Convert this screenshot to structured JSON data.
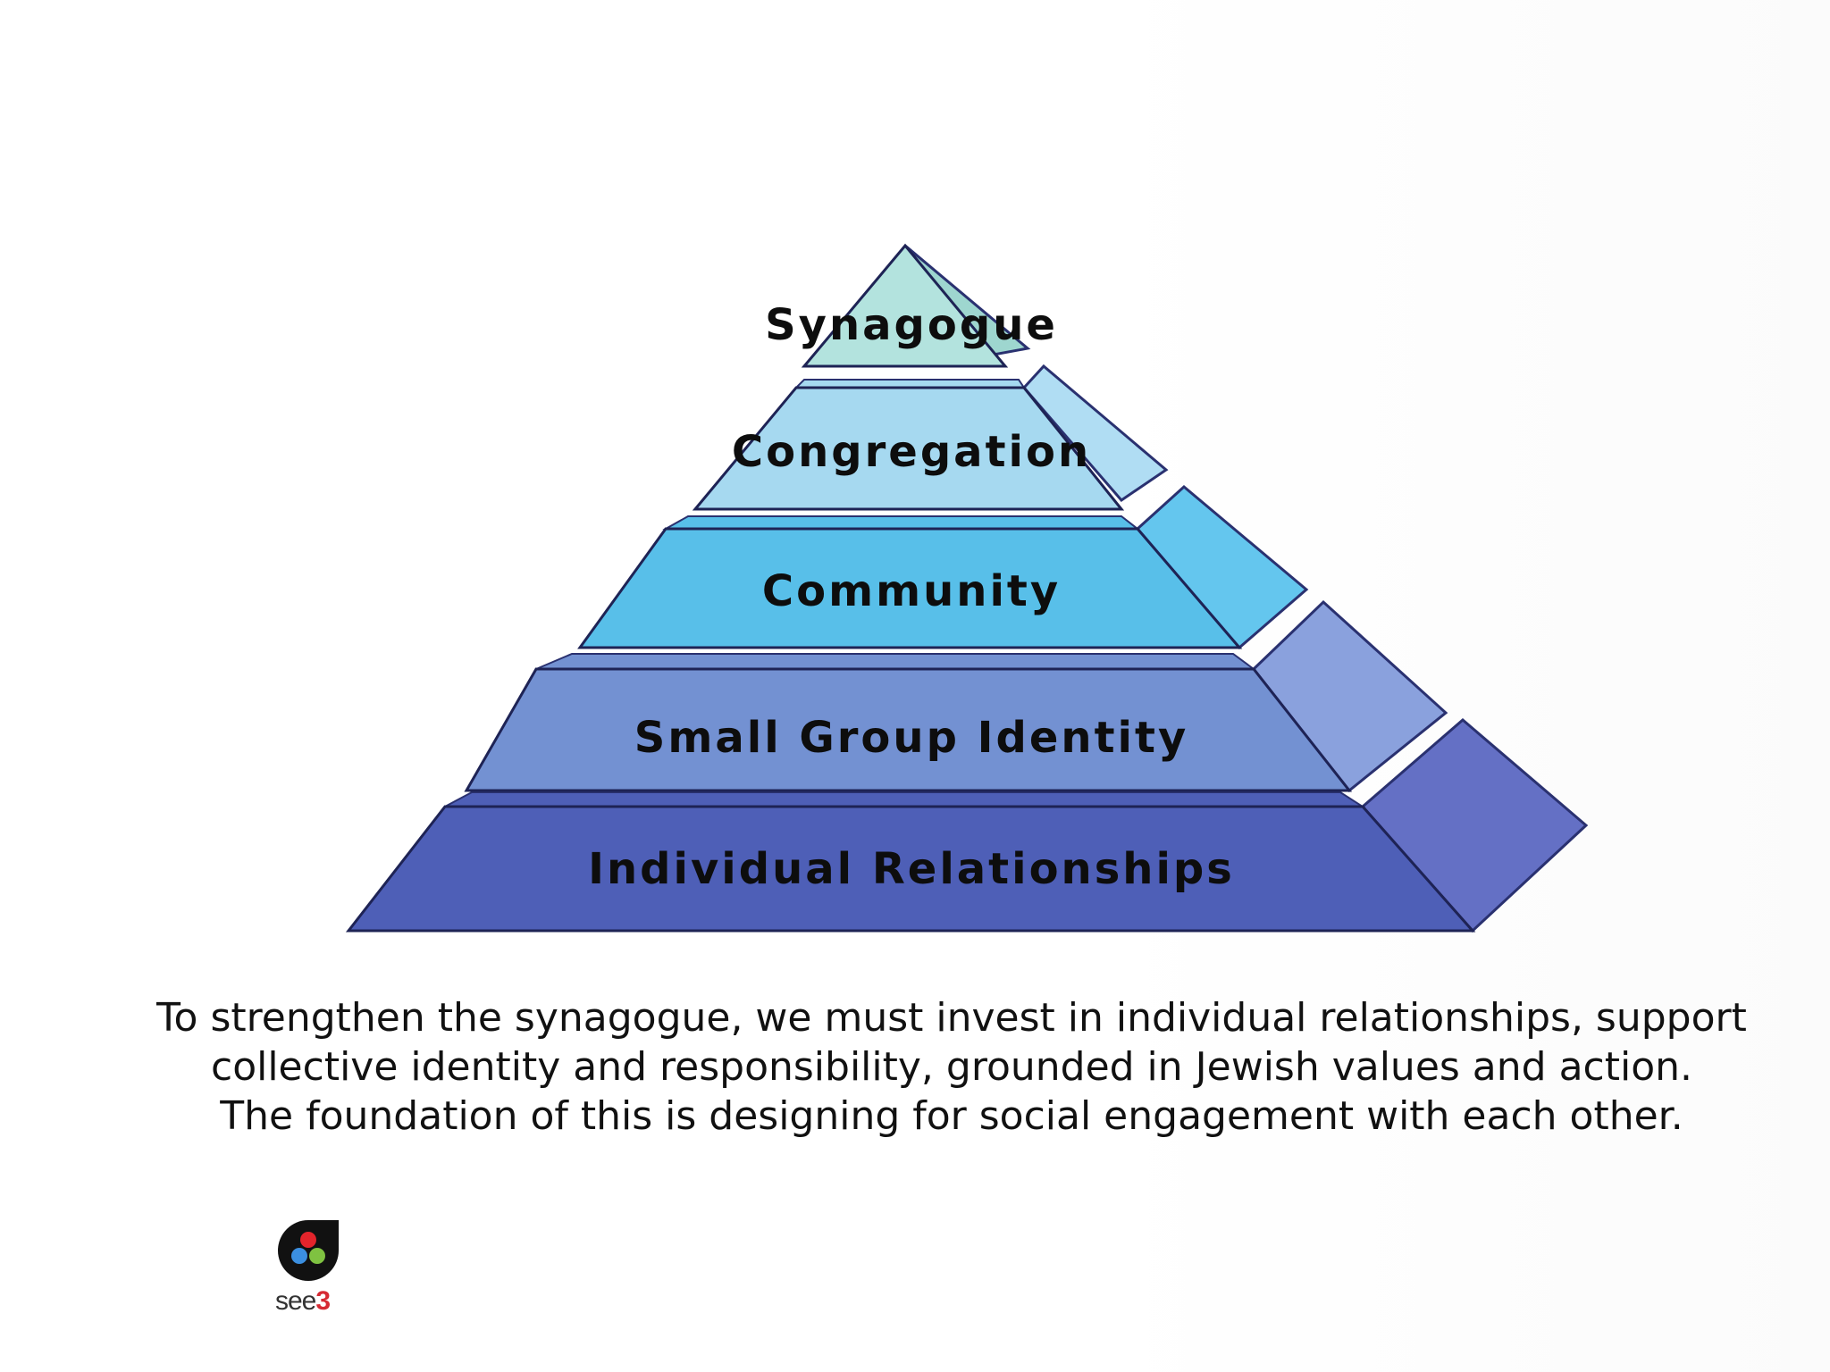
{
  "diagram": {
    "tiers": [
      {
        "label": "Synagogue",
        "color": "#b3e3de"
      },
      {
        "label": "Congregation",
        "color": "#a6d9f0"
      },
      {
        "label": "Community",
        "color": "#58bfe9"
      },
      {
        "label": "Small Group Identity",
        "color": "#7391d2"
      },
      {
        "label": "Individual Relationships",
        "color": "#4e5fb7"
      }
    ]
  },
  "caption": {
    "line1": "To strengthen the synagogue, we must invest in individual relationships, support",
    "line2": "collective identity and responsibility, grounded in Jewish values and action.",
    "line3": "The foundation of this is designing for social engagement with each other."
  },
  "logo": {
    "word": "see",
    "number": "3",
    "colors": {
      "red": "#e3242b",
      "blue": "#3b8fe0",
      "green": "#7fc241",
      "mark": "#111111"
    }
  }
}
